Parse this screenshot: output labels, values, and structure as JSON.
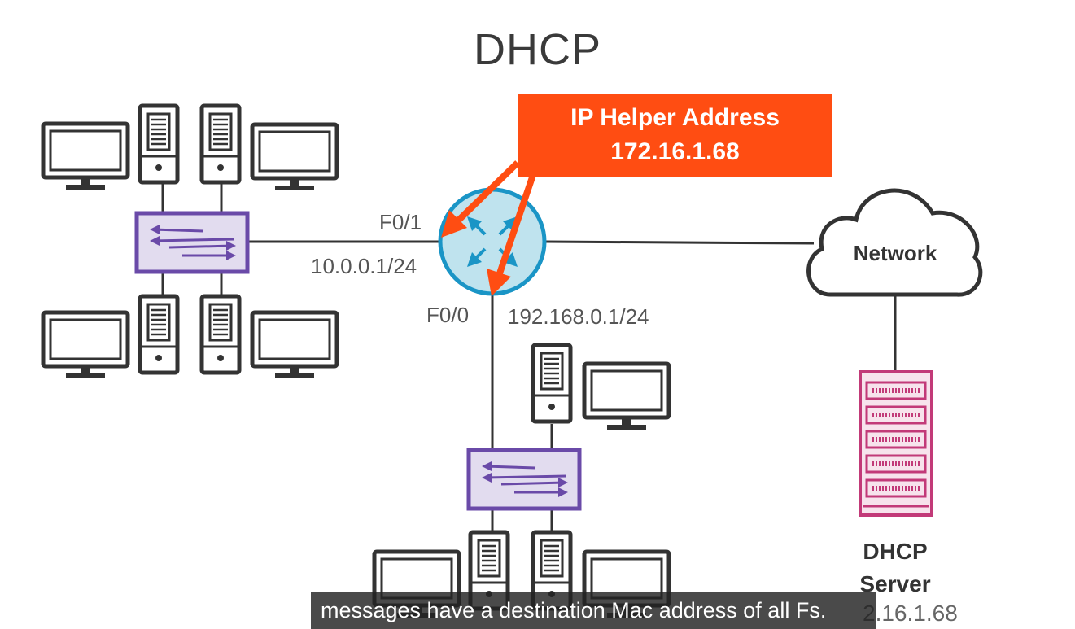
{
  "title": "DHCP",
  "helper": {
    "line1": "IP Helper Address",
    "line2": "172.16.1.68"
  },
  "router": {
    "f01_label": "F0/1",
    "f01_ip": "10.0.0.1/24",
    "f00_label": "F0/0",
    "f00_ip": "192.168.0.1/24"
  },
  "cloud_label": "Network",
  "server": {
    "line1": "DHCP",
    "line2": "Server",
    "ip_partial": "2.16.1.68"
  },
  "caption": "messages have a destination Mac address of all Fs.",
  "colors": {
    "accent": "#ff4d12",
    "switch_border": "#6a4aa8",
    "switch_fill": "#e2dcef",
    "router_fill": "#bfe3ee",
    "router_arrows": "#1a95c6",
    "server_pink": "#c23a78",
    "device": "#333333"
  },
  "icons": [
    "monitor-icon",
    "tower-pc-icon",
    "switch-icon",
    "router-icon",
    "cloud-icon",
    "dhcp-server-icon"
  ]
}
